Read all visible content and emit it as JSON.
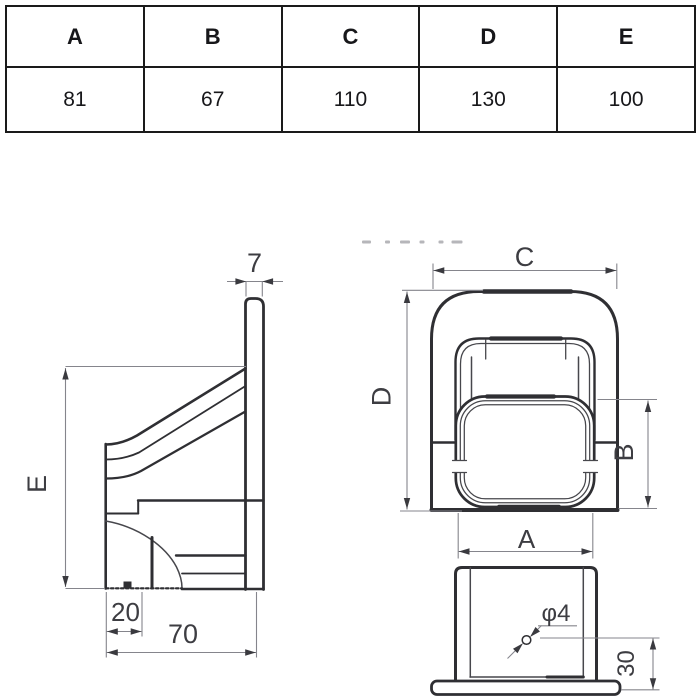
{
  "table": {
    "headers": [
      "A",
      "B",
      "C",
      "D",
      "E"
    ],
    "values": [
      "81",
      "67",
      "110",
      "130",
      "100"
    ]
  },
  "side_view": {
    "plate_thickness_label": "7",
    "height_label": "E",
    "inset_label": "20",
    "depth_label": "70"
  },
  "front_view": {
    "width_label": "C",
    "height_label": "D",
    "opening_height_label": "B",
    "opening_width_label": "A"
  },
  "base_view": {
    "hole_diameter_label": "φ4",
    "hole_offset_label": "30"
  },
  "colors": {
    "outline": "#2f2f33",
    "dimension_line": "#85858c",
    "label_text": "#3d3d42",
    "table_border": "#1a1a1a",
    "watermark": "#b6b6ba"
  }
}
